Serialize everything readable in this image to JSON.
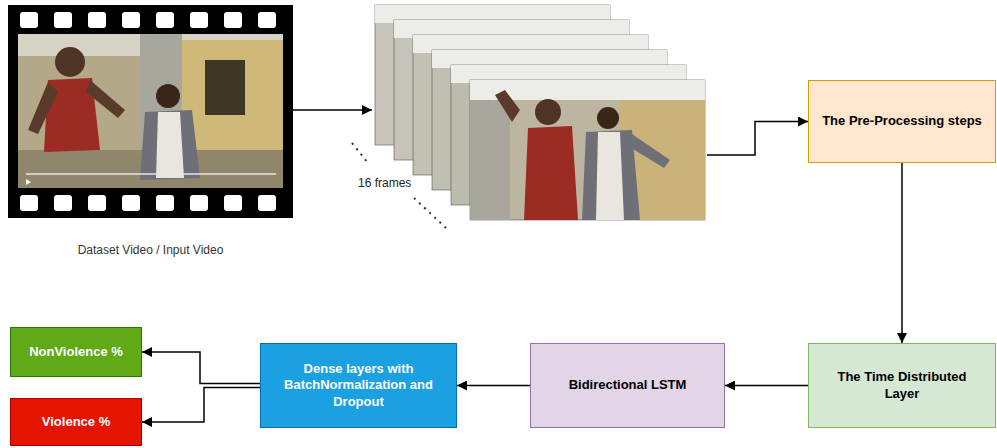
{
  "diagram": {
    "nodes": [
      {
        "text": [
          "Dataset Video / Input Video"
        ]
      },
      {
        "text": [
          "16 frames"
        ]
      },
      {
        "text": [
          "The Pre-Processing steps"
        ]
      },
      {
        "text": [
          "The Time Distributed Layer"
        ]
      },
      {
        "text": [
          "Bidirectional LSTM"
        ]
      },
      {
        "text": [
          "Dense layers with BatchNormalization and Dropout"
        ]
      },
      {
        "text": [
          "NonViolence %"
        ]
      },
      {
        "text": [
          "Violence %"
        ]
      }
    ],
    "edges": [
      {
        "from": 0,
        "to": 1,
        "arrow": "to"
      },
      {
        "from": 1,
        "to": 2,
        "arrow": "to"
      },
      {
        "from": 2,
        "to": 3,
        "arrow": "to"
      },
      {
        "from": 3,
        "to": 4,
        "arrow": "to"
      },
      {
        "from": 4,
        "to": 5,
        "arrow": "to"
      },
      {
        "from": 5,
        "to": 6,
        "arrow": "to"
      },
      {
        "from": 5,
        "to": 7,
        "arrow": "to"
      }
    ]
  }
}
